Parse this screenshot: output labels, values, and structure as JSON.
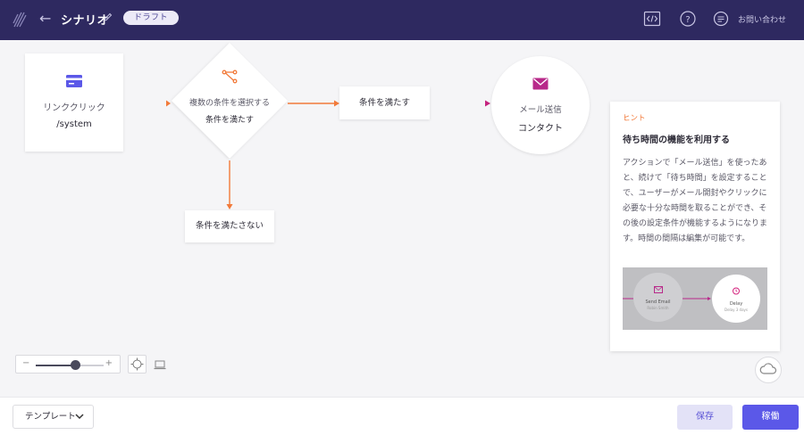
{
  "header": {
    "title": "シナリオ",
    "status_badge": "ドラフト",
    "contact_label": "お問い合わせ",
    "icons": [
      "logo-icon",
      "back-arrow-icon",
      "pencil-icon",
      "code-icon",
      "help-icon",
      "chat-icon"
    ]
  },
  "flow": {
    "trigger": {
      "label": "リンククリック",
      "value": "/system",
      "icon": "card-icon"
    },
    "branch": {
      "label": "複数の条件を選択する",
      "value": "条件を満たす",
      "icon": "branch-icon"
    },
    "met": {
      "label": "条件を満たす"
    },
    "not_met": {
      "label": "条件を満たさない"
    },
    "action": {
      "label": "メール送信",
      "value": "コンタクト",
      "icon": "mail-icon"
    }
  },
  "hint": {
    "label": "ヒント",
    "title": "待ち時間の機能を利用する",
    "body": "アクションで「メール送信」を使ったあと、続けて「待ち時間」を設定することで、ユーザーがメール開封やクリックに必要な十分な時間を取ることができ、その後の設定条件が機能するようになります。時間の間隔は編集が可能です。",
    "preview": {
      "node1_title": "Send Email",
      "node1_sub": "Robin Smith",
      "node2_title": "Delay",
      "node2_sub": "Delay 3 days"
    }
  },
  "zoom": {
    "minus": "−",
    "plus": "+",
    "level": 0.58
  },
  "footer": {
    "template_label": "テンプレート",
    "save_label": "保存",
    "run_label": "稼働"
  },
  "colors": {
    "header_bg": "#2e2960",
    "accent_orange": "#f27a3a",
    "accent_magenta": "#b82a8a",
    "accent_purple": "#5b58e8"
  }
}
